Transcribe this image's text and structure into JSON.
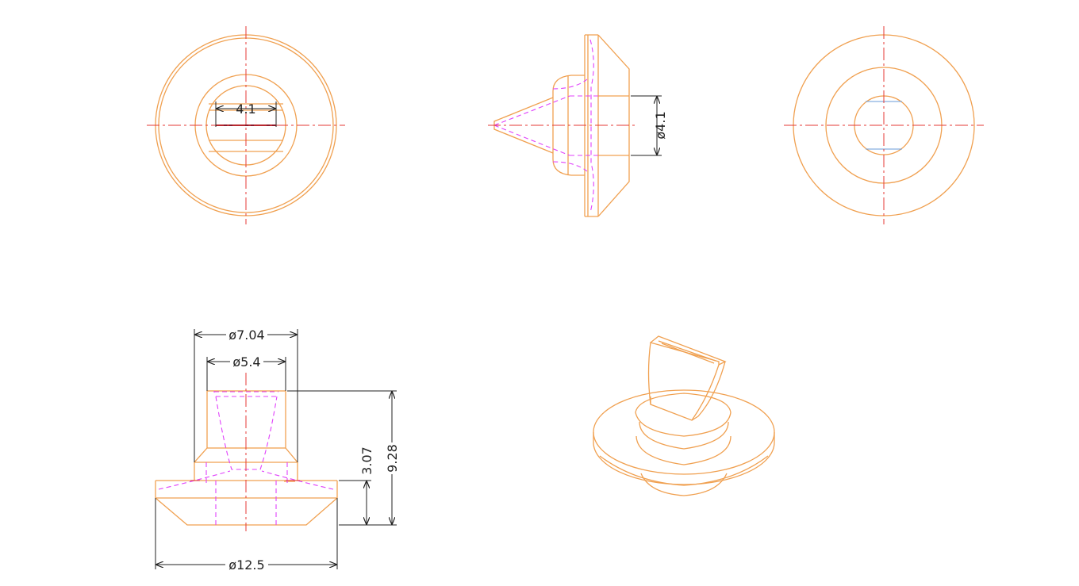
{
  "colors": {
    "outline": "#f0a050",
    "centerline": "#e53935",
    "hidden": "#e040fb",
    "dimension": "#222222",
    "accent": "#6a9bd8"
  },
  "views": {
    "front": {
      "dim_width": "4.1"
    },
    "side": {
      "dim_bore": "ø4.1"
    },
    "section": {
      "dim_top_outer": "ø7.04",
      "dim_top_inner": "ø5.4",
      "dim_flange_height": "3.07",
      "dim_total_height": "9.28",
      "dim_base": "ø12.5"
    }
  }
}
